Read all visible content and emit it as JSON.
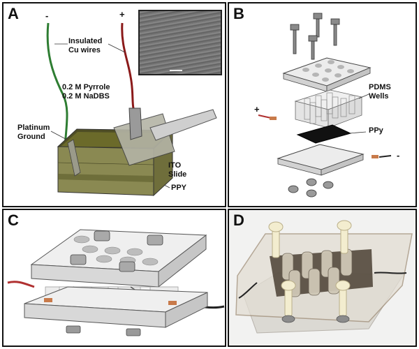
{
  "panels": {
    "a": {
      "label": "A",
      "minus": "-",
      "plus": "+",
      "wires": "Insulated\nCu wires",
      "solution": "0.2 M Pyrrole\n0.2 M NaDBS",
      "ground": "Platinum\nGround",
      "ito": "ITO\nSlide",
      "ppy": "PPY"
    },
    "b": {
      "label": "B",
      "wells": "PDMS\nWells",
      "ppy": "PPy",
      "plus": "+",
      "minus": "-"
    },
    "c": {
      "label": "C"
    },
    "d": {
      "label": "D"
    }
  },
  "colors": {
    "green_wire": "#2e7d32",
    "red_wire": "#8b1a1a",
    "solution": "#6b6a2a",
    "ppy_film": "#111111",
    "acrylic": "#e6e6e6"
  }
}
